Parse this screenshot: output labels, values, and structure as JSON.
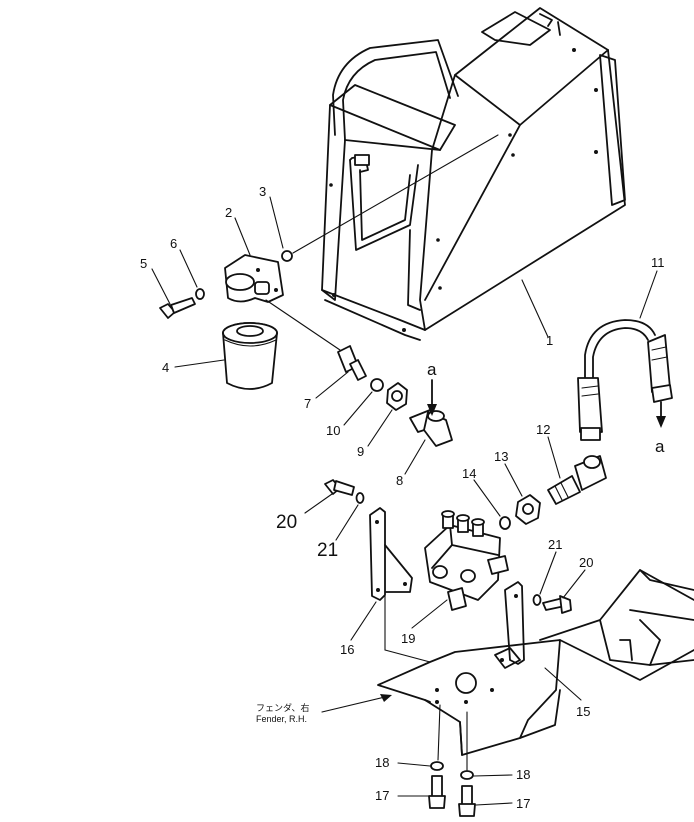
{
  "callouts": {
    "c1": "1",
    "c2": "2",
    "c3": "3",
    "c4": "4",
    "c5": "5",
    "c6": "6",
    "c7": "7",
    "c8": "8",
    "c9": "9",
    "c10": "10",
    "c11": "11",
    "c12": "12",
    "c13": "13",
    "c14": "14",
    "c15": "15",
    "c16": "16",
    "c17a": "17",
    "c17b": "17",
    "c18a": "18",
    "c18b": "18",
    "c19": "19",
    "c20a": "20",
    "c20b": "20",
    "c21a": "21",
    "c21b": "21"
  },
  "arrow_labels": {
    "a_top": "a",
    "a_right": "a"
  },
  "fender_note": {
    "japanese": "フェンダ、右",
    "english": "Fender, R.H."
  }
}
